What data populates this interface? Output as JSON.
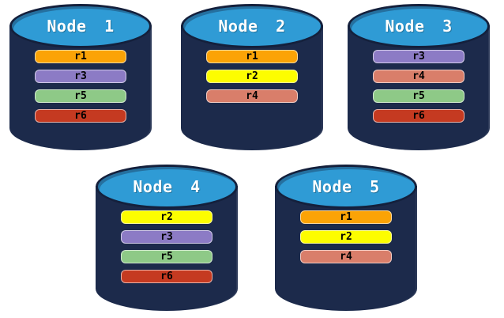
{
  "diagram": {
    "type": "replica-distribution",
    "description": "Five database node cylinders showing which replicas (r1-r6) are stored on each node"
  },
  "colors": {
    "cylinder_body": "#1C2A4B",
    "cylinder_top": "#2F9BD5",
    "cylinder_outline": "#14203C",
    "node_label_text": "#FFFFFF",
    "bar_text": "#000000"
  },
  "replica_colors": {
    "r1": "#FBA306",
    "r2": "#FDFD00",
    "r3": "#8C7BC5",
    "r4": "#D97E6A",
    "r5": "#8EC987",
    "r6": "#C53A21"
  },
  "nodes": [
    {
      "label": "Node 1",
      "replicas": [
        "r1",
        "r3",
        "r5",
        "r6"
      ]
    },
    {
      "label": "Node 2",
      "replicas": [
        "r1",
        "r2",
        "r4"
      ]
    },
    {
      "label": "Node 3",
      "replicas": [
        "r3",
        "r4",
        "r5",
        "r6"
      ]
    },
    {
      "label": "Node 4",
      "replicas": [
        "r2",
        "r3",
        "r5",
        "r6"
      ]
    },
    {
      "label": "Node 5",
      "replicas": [
        "r1",
        "r2",
        "r4"
      ]
    }
  ]
}
